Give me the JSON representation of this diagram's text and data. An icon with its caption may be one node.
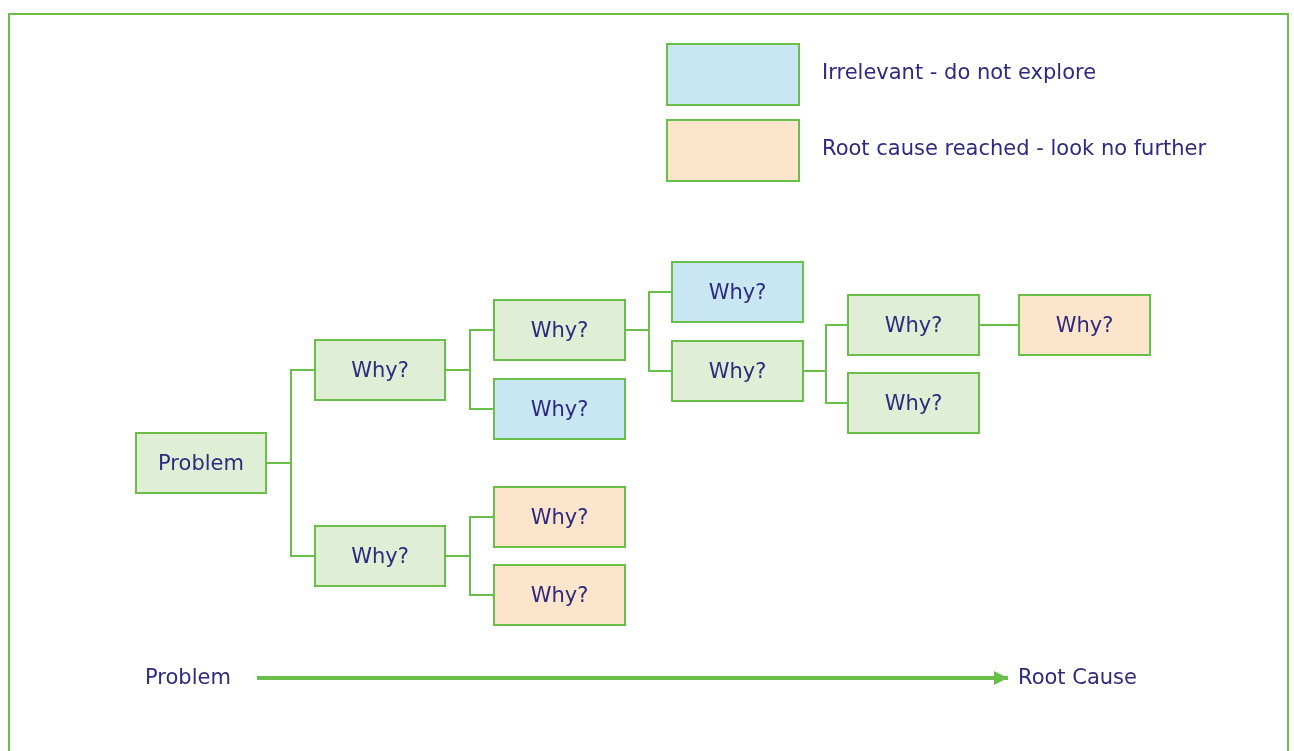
{
  "diagram": {
    "nodes": [
      {
        "text": [
          "Problem"
        ]
      },
      {
        "text": [
          "Why?"
        ]
      },
      {
        "text": [
          "Why?"
        ]
      },
      {
        "text": [
          "Why?"
        ]
      },
      {
        "text": [
          "Why?"
        ]
      },
      {
        "text": [
          "Why?"
        ]
      },
      {
        "text": [
          "Why?"
        ]
      },
      {
        "text": [
          "Why?"
        ]
      },
      {
        "text": [
          "Why?"
        ]
      },
      {
        "text": [
          "Why?"
        ]
      },
      {
        "text": [
          "Why?"
        ]
      },
      {
        "text": [
          "Why?"
        ]
      },
      {
        "text": [
          "Problem"
        ]
      },
      {
        "text": [
          "Root Cause"
        ]
      }
    ],
    "edges": [
      {
        "from": 0,
        "to": 1,
        "arrow": "none"
      },
      {
        "from": 0,
        "to": 2,
        "arrow": "none"
      },
      {
        "from": 1,
        "to": 3,
        "arrow": "none"
      },
      {
        "from": 1,
        "to": 4,
        "arrow": "none"
      },
      {
        "from": 2,
        "to": 5,
        "arrow": "none"
      },
      {
        "from": 2,
        "to": 6,
        "arrow": "none"
      },
      {
        "from": 3,
        "to": 7,
        "arrow": "none"
      },
      {
        "from": 3,
        "to": 8,
        "arrow": "none"
      },
      {
        "from": 8,
        "to": 9,
        "arrow": "none"
      },
      {
        "from": 8,
        "to": 10,
        "arrow": "none"
      },
      {
        "from": 9,
        "to": 11,
        "arrow": "none"
      },
      {
        "from": 12,
        "to": 13,
        "arrow": "to",
        "style": "thick"
      }
    ],
    "legend": [
      {
        "text": "Irrelevant - do not explore",
        "color": "#c9e7f2"
      },
      {
        "text": "Root cause reached - look no further",
        "color": "#fde5cc"
      }
    ]
  }
}
